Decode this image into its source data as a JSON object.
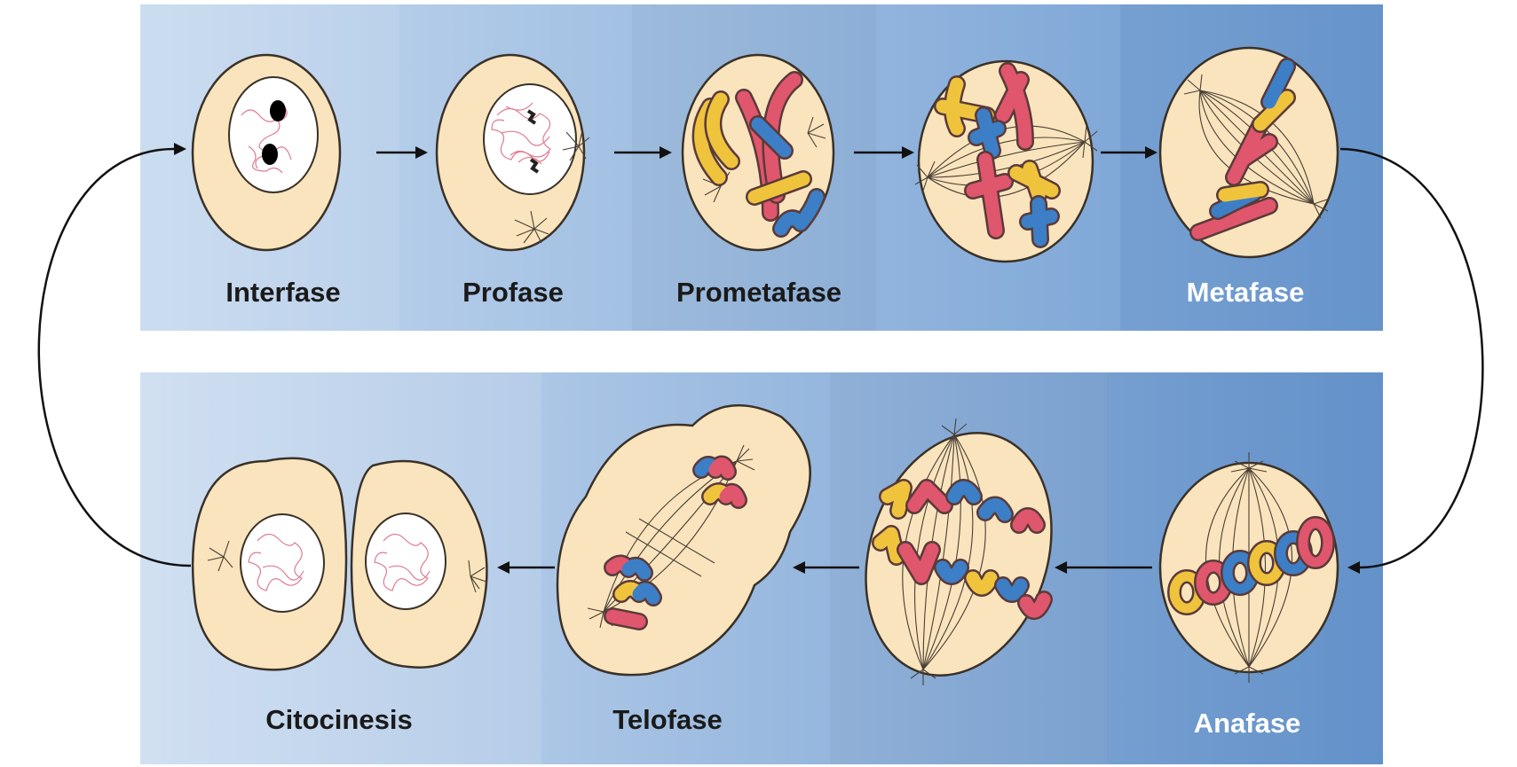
{
  "stages": {
    "interfase": "Interfase",
    "profase": "Profase",
    "prometafase": "Prometafase",
    "metafase": "Metafase",
    "anafase": "Anafase",
    "telofase": "Telofase",
    "citocinesis": "Citocinesis"
  },
  "colors": {
    "cell_fill": "#f9e4bd",
    "chromosome_red": "#e0566d",
    "chromosome_yellow": "#f0c33d",
    "chromosome_blue": "#3c7fc6",
    "panel_dark": "#6f9dd2",
    "panel_light": "#c9dbf0"
  }
}
